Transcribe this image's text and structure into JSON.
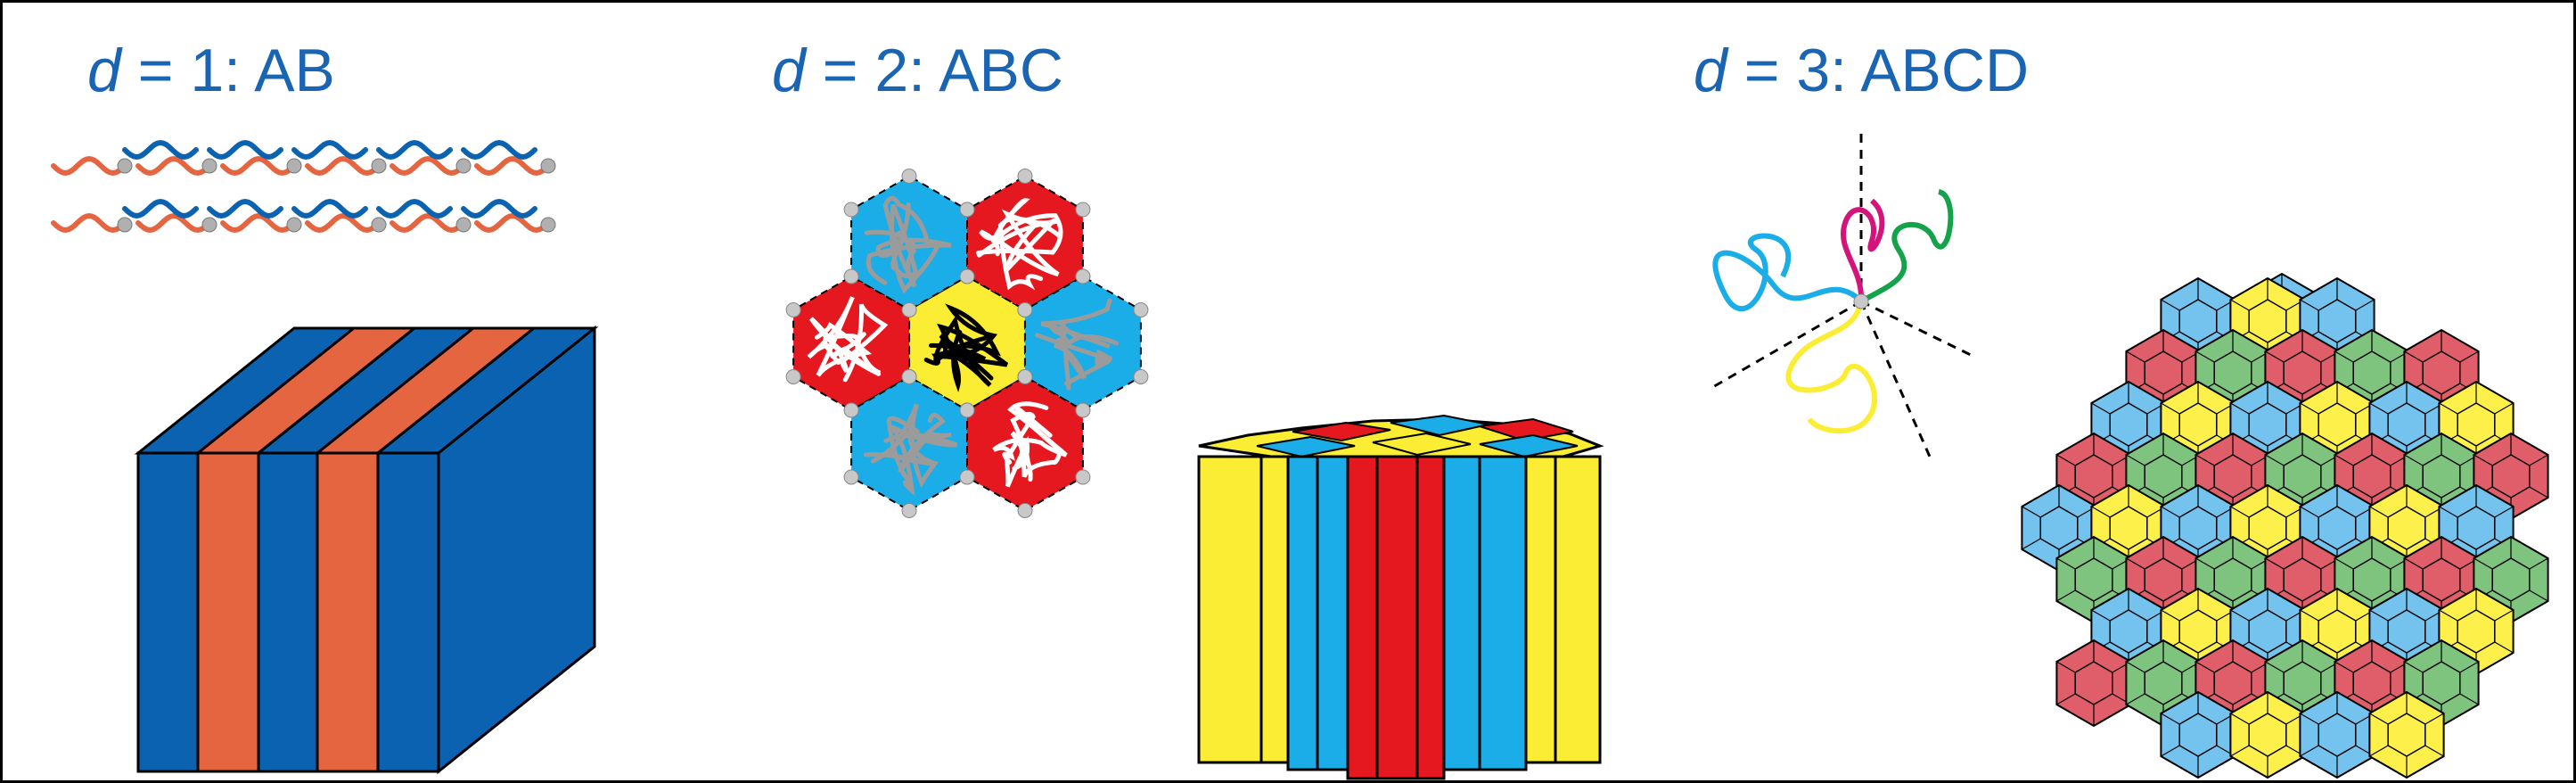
{
  "panels": [
    {
      "id": "d1",
      "var": "d",
      "equals": " = 1: ",
      "label": "AB"
    },
    {
      "id": "d2",
      "var": "d",
      "equals": " = 2: ",
      "label": "ABC"
    },
    {
      "id": "d3",
      "var": "d",
      "equals": " = 3: ",
      "label": "ABCD"
    }
  ],
  "colors": {
    "title": "#1a64b4",
    "blue": "#0a62b0",
    "orange": "#e66541",
    "cyan": "#1aade7",
    "red": "#e5171f",
    "yellow": "#fbed34",
    "gray": "#9b9b9b",
    "green": "#14a24a",
    "magenta": "#d4147a",
    "pink": "#e05e6a",
    "lightgreen": "#7fc47e",
    "lightblue": "#74c3ee",
    "palegold": "#fdf04b",
    "outline": "#000000"
  }
}
